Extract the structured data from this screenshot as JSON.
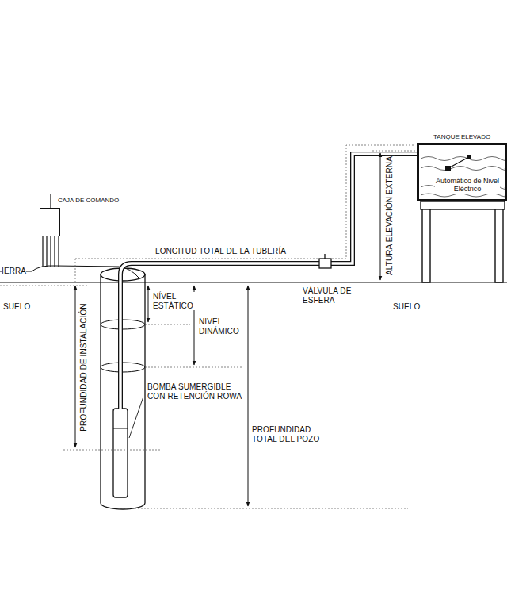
{
  "diagram": {
    "nodes": [
      {
        "text": [
          "CAJA DE COMANDO"
        ]
      },
      {
        "text": [
          "TANQUE ELEVADO",
          "Automático de Nivel Eléctrico"
        ]
      }
    ],
    "labels": [
      "IERRA",
      "SUELO",
      "LONGITUD TOTAL DE LA TUBERÍA",
      "ALTURA ELEVACIÓN EXTERNA",
      "NÍVEL ESTÁTICO",
      "NIVEL DINÁMICO",
      "VÁLVULA DE ESFERA",
      "SUELO",
      "PROFUNDIDAD DE INSTALACIÓN",
      "BOMBA SUMERGIBLE CON RETENCIÓN ROWA",
      "PROFUNDIDAD TOTAL DEL POZO"
    ]
  }
}
